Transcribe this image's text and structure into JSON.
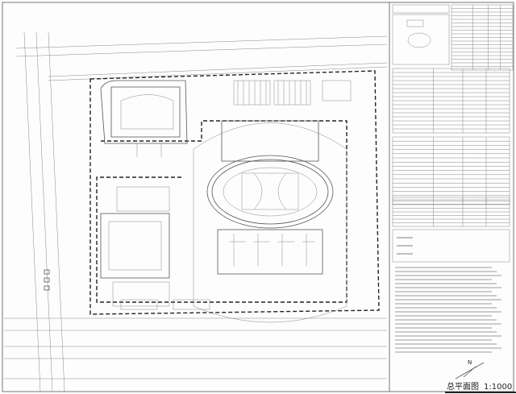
{
  "drawing": {
    "title": "总平面图",
    "scale": "1:1000",
    "north_arrow_label": "N"
  }
}
